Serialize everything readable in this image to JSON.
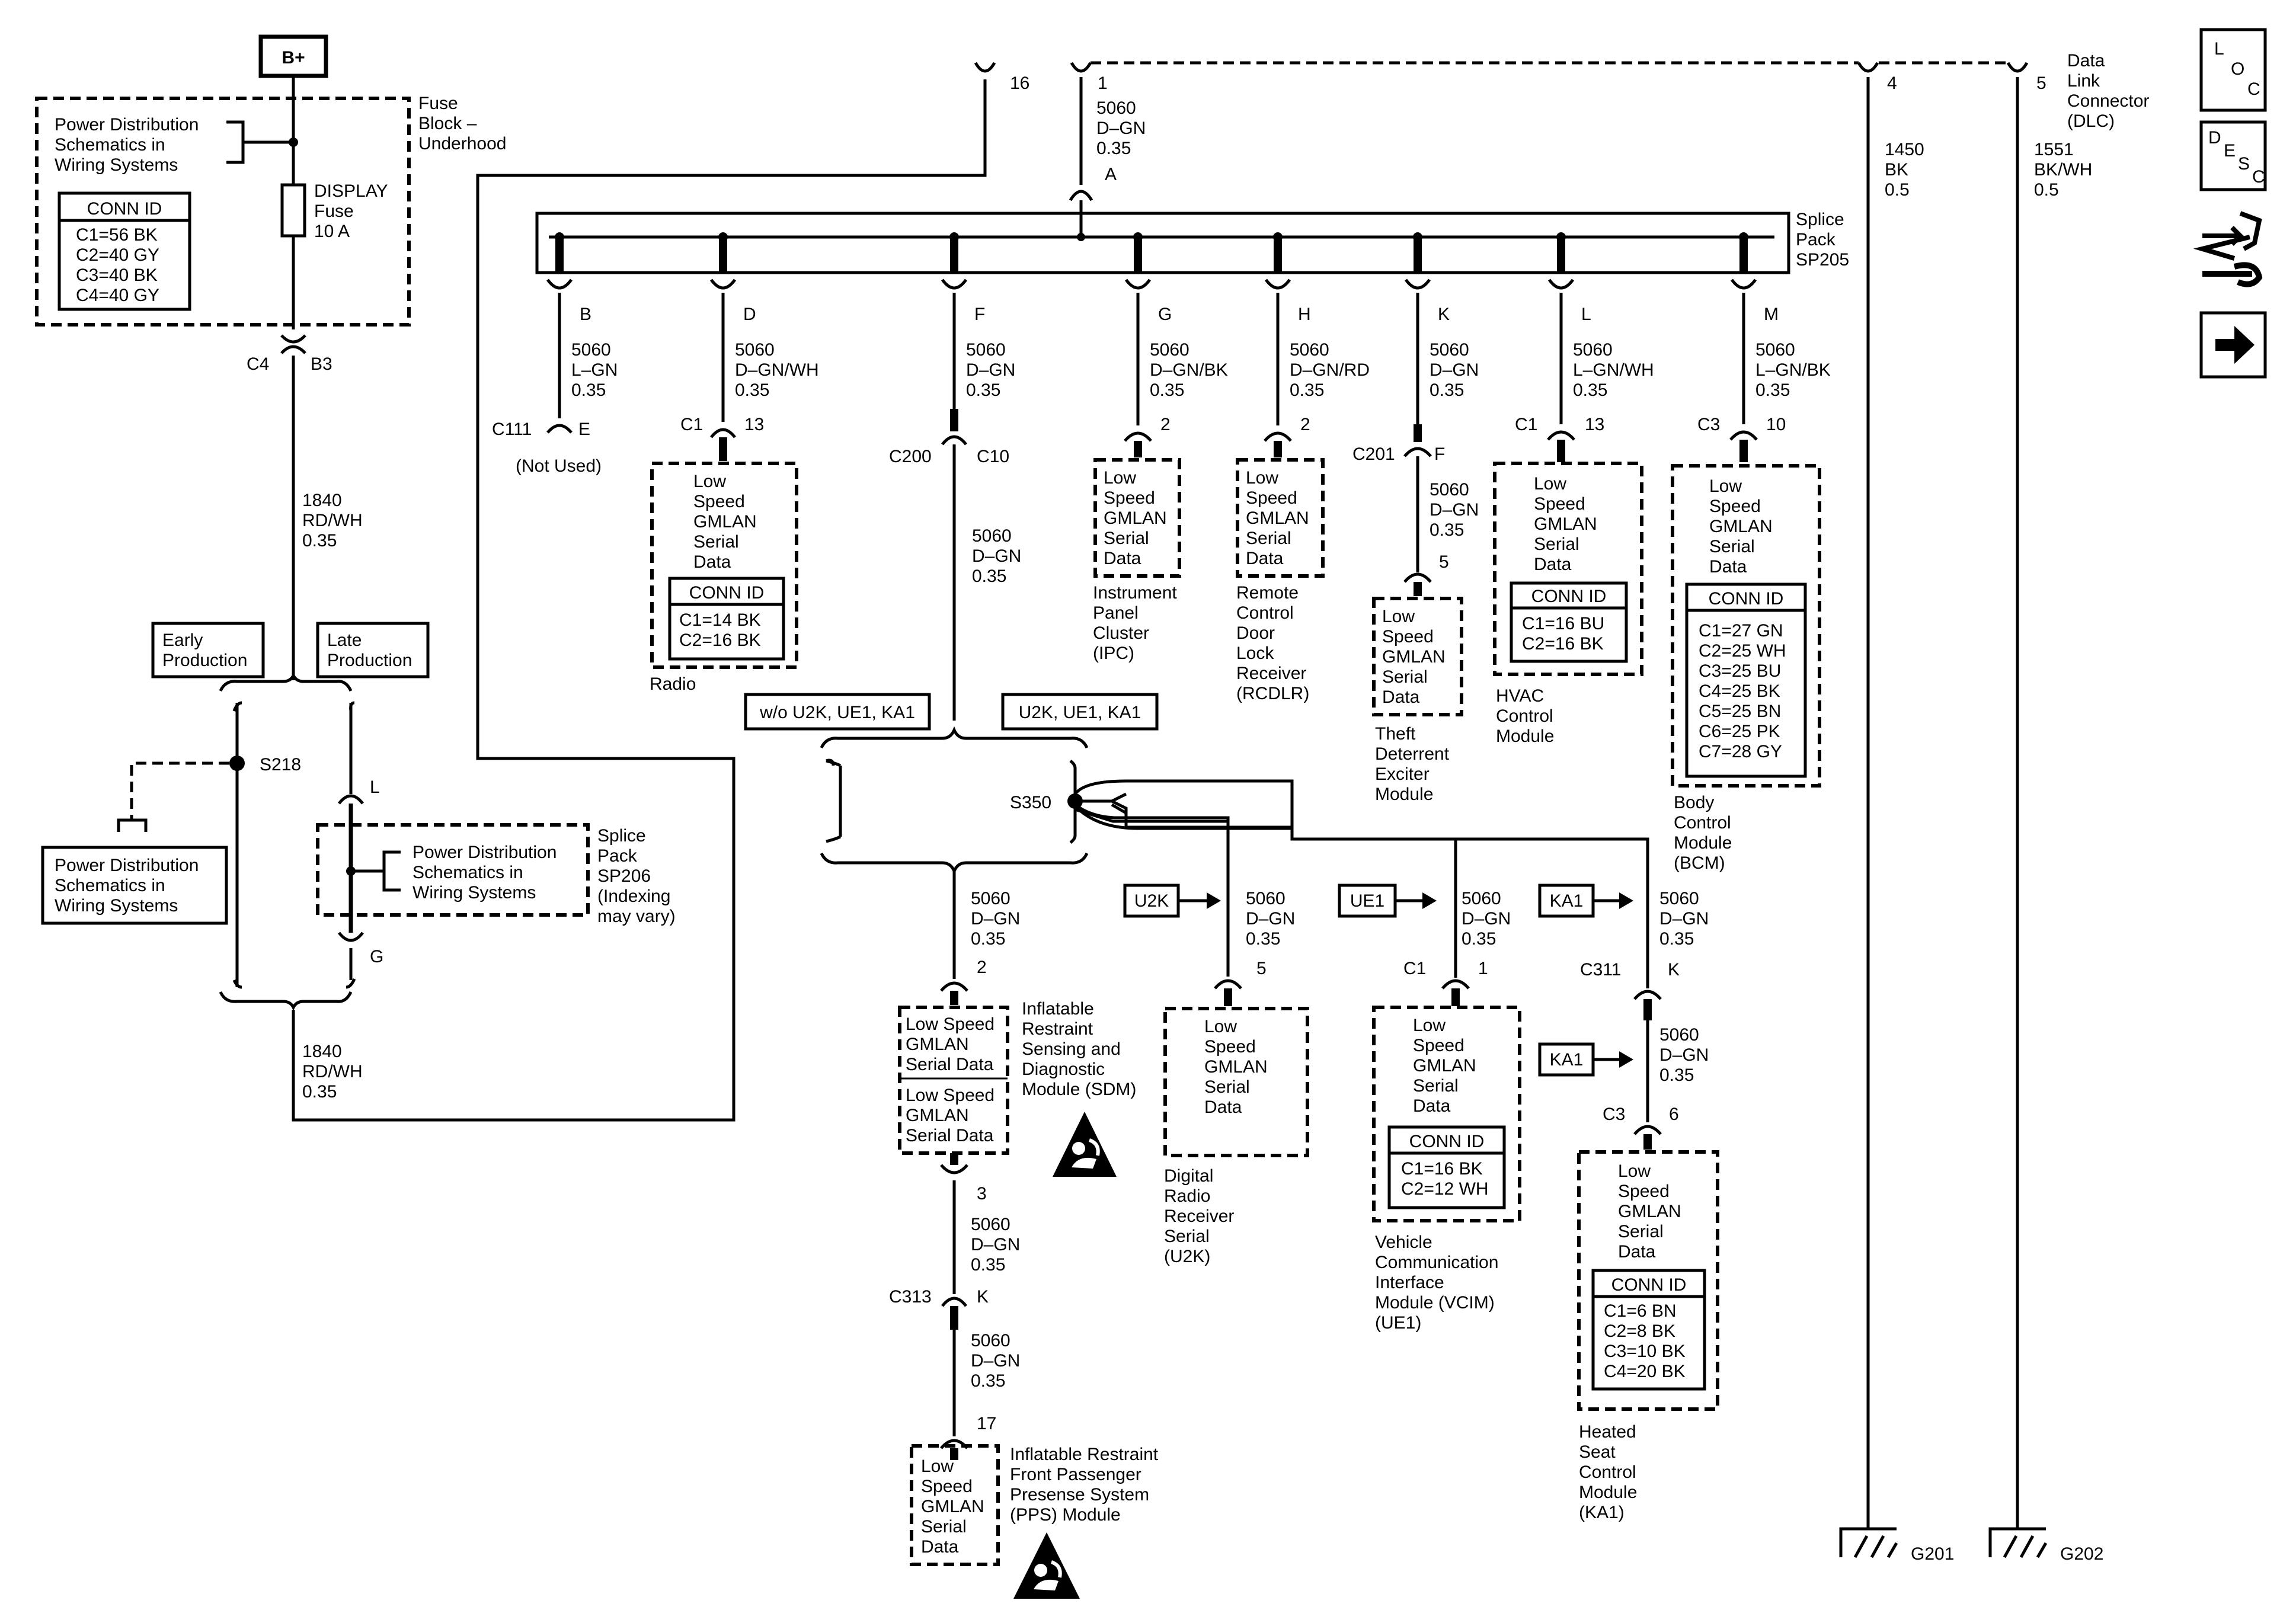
{
  "power": {
    "bplus": "B+",
    "fuse_block": [
      "Fuse",
      "Block –",
      "Underhood"
    ],
    "pd_ref": [
      "Power Distribution",
      "Schematics in",
      "Wiring Systems"
    ],
    "conn_id_title": "CONN ID",
    "fuse_block_conn": [
      "C1=56 BK",
      "C2=40 GY",
      "C3=40 BK",
      "C4=40 GY"
    ],
    "fuse": [
      "DISPLAY",
      "Fuse",
      "10 A"
    ],
    "c4": "C4",
    "b3": "B3",
    "wire_1840": [
      "1840",
      "RD/WH",
      "0.35"
    ],
    "early": [
      "Early",
      "Production"
    ],
    "late": [
      "Late",
      "Production"
    ],
    "s218": "S218",
    "l": "L",
    "g": "G",
    "sp206": [
      "Splice",
      "Pack",
      "SP206",
      "(Indexing",
      "may vary)"
    ],
    "wire_1840_b": [
      "1840",
      "RD/WH",
      "0.35"
    ]
  },
  "dlc": {
    "pin16": "16",
    "pin1": "1",
    "pin4": "4",
    "pin5": "5",
    "label": [
      "Data",
      "Link",
      "Connector",
      "(DLC)"
    ],
    "wire_pin1": [
      "5060",
      "D–GN",
      "0.35"
    ],
    "wire_pin4": [
      "1450",
      "BK",
      "0.5"
    ],
    "wire_pin5": [
      "1551",
      "BK/WH",
      "0.5"
    ],
    "g201": "G201",
    "g202": "G202"
  },
  "sp205": {
    "label": [
      "Splice",
      "Pack",
      "SP205"
    ],
    "pin_a": "A",
    "branches": [
      {
        "pin": "B",
        "wire": [
          "5060",
          "L–GN",
          "0.35"
        ]
      },
      {
        "pin": "D",
        "wire": [
          "5060",
          "D–GN/WH",
          "0.35"
        ]
      },
      {
        "pin": "F",
        "wire": [
          "5060",
          "D–GN",
          "0.35"
        ]
      },
      {
        "pin": "G",
        "wire": [
          "5060",
          "D–GN/BK",
          "0.35"
        ]
      },
      {
        "pin": "H",
        "wire": [
          "5060",
          "D–GN/RD",
          "0.35"
        ]
      },
      {
        "pin": "K",
        "wire": [
          "5060",
          "D–GN",
          "0.35"
        ]
      },
      {
        "pin": "L",
        "wire": [
          "5060",
          "L–GN/WH",
          "0.35"
        ]
      },
      {
        "pin": "M",
        "wire": [
          "5060",
          "L–GN/BK",
          "0.35"
        ]
      }
    ]
  },
  "modules": {
    "c111": "C111",
    "c111_pin": "E",
    "not_used": "(Not Used)",
    "radio": {
      "conn": "C1",
      "pin": "13",
      "text": [
        "Low",
        "Speed",
        "GMLAN",
        "Serial",
        "Data"
      ],
      "conn_id": [
        "C1=14 BK",
        "C2=16 BK"
      ],
      "name": [
        "Radio"
      ]
    },
    "c200": "C200",
    "c10": "C10",
    "wire_c10": [
      "5060",
      "D–GN",
      "0.35"
    ],
    "ipc": {
      "pin": "2",
      "text": [
        "Low",
        "Speed",
        "GMLAN",
        "Serial",
        "Data"
      ],
      "name": [
        "Instrument",
        "Panel",
        "Cluster",
        "(IPC)"
      ]
    },
    "rcdlr": {
      "pin": "2",
      "text": [
        "Low",
        "Speed",
        "GMLAN",
        "Serial",
        "Data"
      ],
      "name": [
        "Remote",
        "Control",
        "Door",
        "Lock",
        "Receiver",
        "(RCDLR)"
      ]
    },
    "c201": "C201",
    "c201_pin": "F",
    "wire_c201": [
      "5060",
      "D–GN",
      "0.35"
    ],
    "theft": {
      "pin": "5",
      "text": [
        "Low",
        "Speed",
        "GMLAN",
        "Serial",
        "Data"
      ],
      "name": [
        "Theft",
        "Deterrent",
        "Exciter",
        "Module"
      ]
    },
    "hvac": {
      "conn": "C1",
      "pin": "13",
      "text": [
        "Low",
        "Speed",
        "GMLAN",
        "Serial",
        "Data"
      ],
      "conn_id": [
        "C1=16 BU",
        "C2=16 BK"
      ],
      "name": [
        "HVAC",
        "Control",
        "Module"
      ]
    },
    "bcm": {
      "conn": "C3",
      "pin": "10",
      "text": [
        "Low",
        "Speed",
        "GMLAN",
        "Serial",
        "Data"
      ],
      "conn_id": [
        "C1=27 GN",
        "C2=25 WH",
        "C3=25 BU",
        "C4=25 BK",
        "C5=25 BN",
        "C6=25 PK",
        "C7=28 GY"
      ],
      "name": [
        "Body",
        "Control",
        "Module",
        "(BCM)"
      ]
    }
  },
  "lower": {
    "wo_opt": "w/o U2K, UE1, KA1",
    "opt": "U2K, UE1, KA1",
    "s350": "S350",
    "wire_sdm_in": [
      "5060",
      "D–GN",
      "0.35"
    ],
    "sdm": {
      "pin_in": "2",
      "pin_out": "3",
      "text1": [
        "Low Speed",
        "GMLAN",
        "Serial Data"
      ],
      "text2": [
        "Low Speed",
        "GMLAN",
        "Serial Data"
      ],
      "name": [
        "Inflatable",
        "Restraint",
        "Sensing and",
        "Diagnostic",
        "Module (SDM)"
      ]
    },
    "wire_sdm_out": [
      "5060",
      "D–GN",
      "0.35"
    ],
    "c313": "C313",
    "c313_pin": "K",
    "wire_pps": [
      "5060",
      "D–GN",
      "0.35"
    ],
    "pps": {
      "pin": "17",
      "text": [
        "Low",
        "Speed",
        "GMLAN",
        "Serial",
        "Data"
      ],
      "name": [
        "Inflatable Restraint",
        "Front Passenger",
        "Presense System",
        "(PPS) Module"
      ]
    },
    "u2k_tag": "U2K",
    "wire_u2k": [
      "5060",
      "D–GN",
      "0.35"
    ],
    "u2k": {
      "pin": "5",
      "text": [
        "Low",
        "Speed",
        "GMLAN",
        "Serial",
        "Data"
      ],
      "name": [
        "Digital",
        "Radio",
        "Receiver",
        "Serial",
        "(U2K)"
      ]
    },
    "ue1_tag": "UE1",
    "wire_ue1": [
      "5060",
      "D–GN",
      "0.35"
    ],
    "vcim": {
      "conn": "C1",
      "pin": "1",
      "text": [
        "Low",
        "Speed",
        "GMLAN",
        "Serial",
        "Data"
      ],
      "conn_id": [
        "C1=16 BK",
        "C2=12 WH"
      ],
      "name": [
        "Vehicle",
        "Communication",
        "Interface",
        "Module (VCIM)",
        "(UE1)"
      ]
    },
    "ka1_tag": "KA1",
    "wire_ka1": [
      "5060",
      "D–GN",
      "0.35"
    ],
    "c311": "C311",
    "c311_pin": "K",
    "ka1_tag2": "KA1",
    "wire_ka1b": [
      "5060",
      "D–GN",
      "0.35"
    ],
    "hscm": {
      "conn": "C3",
      "pin": "6",
      "text": [
        "Low",
        "Speed",
        "GMLAN",
        "Serial",
        "Data"
      ],
      "conn_id": [
        "C1=6 BN",
        "C2=8 BK",
        "C3=10 BK",
        "C4=20 BK"
      ],
      "name": [
        "Heated",
        "Seat",
        "Control",
        "Module",
        "(KA1)"
      ]
    }
  },
  "side_icons": [
    "loc-icon",
    "desc-icon",
    "schematic-tools-icon",
    "next-page-icon"
  ],
  "side_text": {
    "loc": [
      "L",
      "O",
      "C"
    ],
    "desc": [
      "D",
      "E",
      "S",
      "C"
    ]
  }
}
